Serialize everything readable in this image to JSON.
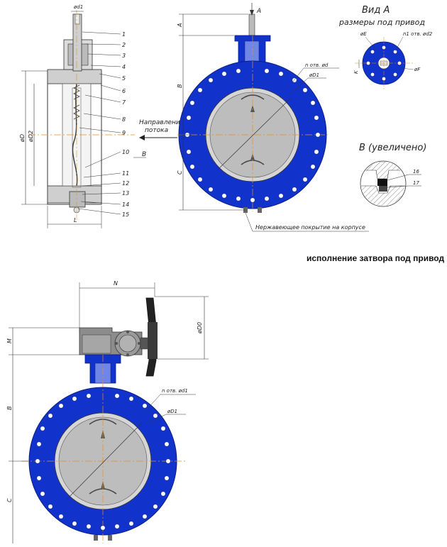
{
  "side_view": {
    "top_dim": "ød1",
    "diam_label": "øD",
    "inner_diam_label": "øD2",
    "length_label": "L",
    "callouts": [
      "1",
      "2",
      "3",
      "4",
      "5",
      "6",
      "7",
      "8",
      "9",
      "10",
      "11",
      "12",
      "13",
      "14",
      "15"
    ],
    "detail_marker": "B"
  },
  "flow": {
    "line1": "Направление",
    "line2": "потока"
  },
  "front_view": {
    "view_marker": "A",
    "dim_a": "A",
    "dim_b": "B",
    "dim_c": "C",
    "holes_label": "n отв. ød",
    "d1_label": "øD1",
    "coating_note": "Нержавеющее покрытие на корпусе"
  },
  "view_a": {
    "title": "Вид A",
    "subtitle": "размеры под привод",
    "e_label": "øE",
    "holes_label": "n1 отв. ød2",
    "f_label": "øF",
    "k_label": "K"
  },
  "detail_b": {
    "title": "B (увеличено)",
    "callout_16": "16",
    "callout_17": "17"
  },
  "caption": "исполнение затвора под привод",
  "gear_view": {
    "n_label": "N",
    "d0_label": "øD0",
    "m_label": "M",
    "b_label": "B",
    "c_label": "C",
    "holes_label": "n отв. ød1",
    "d1_label": "øD1"
  },
  "colors": {
    "body": "#1133cc",
    "disc": "#bdbdbd",
    "seat": "#d6d6d6",
    "line": "#333333",
    "axis": "#e0902a",
    "gear": "#8c8c8c"
  }
}
